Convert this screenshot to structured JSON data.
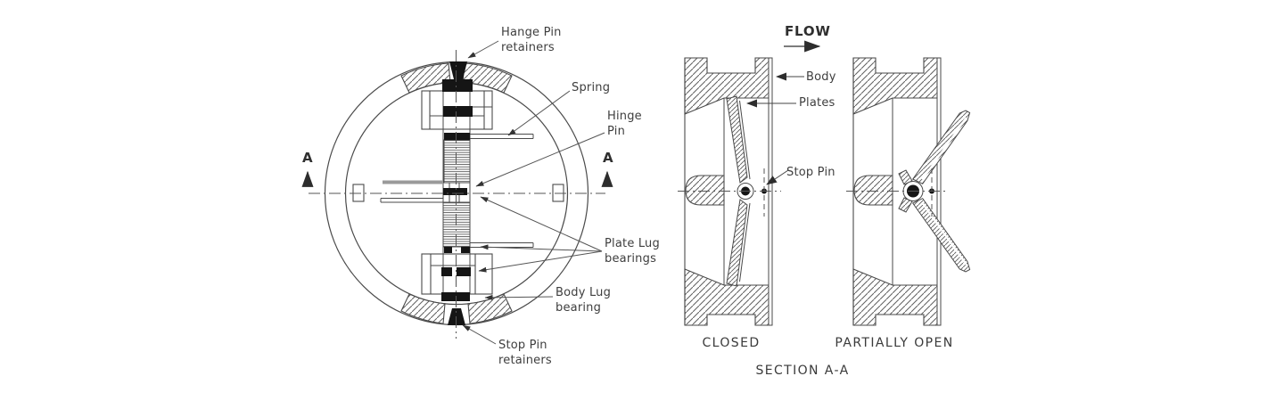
{
  "colors": {
    "background": "#ffffff",
    "line": "#4a4a4a",
    "text": "#3e3e3e",
    "solid_fill": "#151515"
  },
  "front_view": {
    "section_marker_left": "A",
    "section_marker_right": "A",
    "labels": {
      "hange_pin_retainers": "Hange Pin\nretainers",
      "spring": "Spring",
      "hinge_pin": "Hinge\nPin",
      "plate_lug_bearings": "Plate Lug\nbearings",
      "body_lug_bearing": "Body Lug\nbearing",
      "stop_pin_retainers": "Stop Pin\nretainers"
    }
  },
  "section_view": {
    "flow": "FLOW",
    "labels": {
      "body": "Body",
      "plates": "Plates",
      "stop_pin": "Stop Pin"
    },
    "caption_closed": "CLOSED",
    "caption_partially_open": "PARTIALLY OPEN",
    "caption_section": "SECTION A-A"
  }
}
